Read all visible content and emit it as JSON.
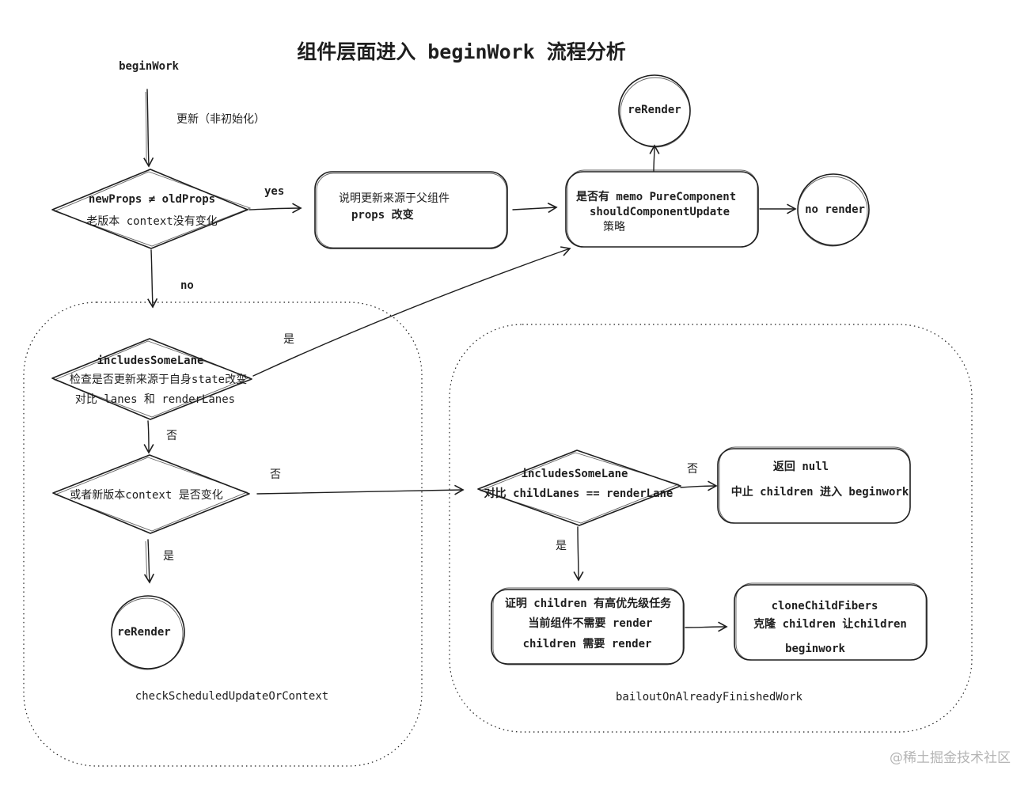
{
  "title": "组件层面进入 beginWork 流程分析",
  "nodes": {
    "start": "beginWork",
    "diamond1": [
      "newProps ≠ oldProps",
      "老版本 context没有变化"
    ],
    "parent_box": [
      "说明更新来源于父组件",
      "props 改变"
    ],
    "memo_box": [
      "是否有 memo PureComponent",
      "shouldComponentUpdate",
      "策略"
    ],
    "rerender_top": "reRender",
    "no_render": "no render",
    "diamond2": [
      "includesSomeLane",
      "检查是否更新来源于自身state改变",
      "对比 lanes 和 renderLanes"
    ],
    "diamond3": [
      "或者新版本context 是否变化"
    ],
    "rerender_bottom": "reRender",
    "diamond4": [
      "includesSomeLane",
      "对比 childLanes == renderLane"
    ],
    "return_null_box": [
      "返回 null",
      "中止 children 进入 beginwork"
    ],
    "prove_box": [
      "证明 children 有高优先级任务",
      "当前组件不需要 render",
      "children 需要 render"
    ],
    "clone_box": [
      "cloneChildFibers",
      "克隆 children 让children",
      "beginwork"
    ]
  },
  "edge_labels": {
    "update": "更新（非初始化）",
    "yes": "yes",
    "no": "no",
    "shi_1": "是",
    "fou_1": "否",
    "fou_2": "否",
    "shi_2": "是",
    "fou_3": "否",
    "shi_3": "是"
  },
  "groups": {
    "left": "checkScheduledUpdateOrContext",
    "right": "bailoutOnAlreadyFinishedWork"
  },
  "watermark": "@稀土掘金技术社区"
}
